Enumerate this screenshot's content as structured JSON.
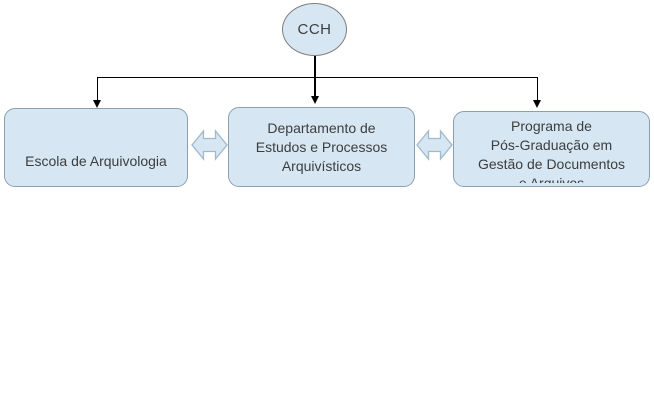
{
  "colors": {
    "canvas_bg": "#FFFFFF",
    "shape_fill": "#D6E7F3",
    "shape_border": "#8B9FAD",
    "ellipse_border": "#7E7E7E",
    "arrow_fill": "#D6E7F3",
    "arrow_border": "#A2B8CB",
    "connector_color": "#000000",
    "text_color": "#3D3D3D"
  },
  "org_chart": {
    "root": {
      "label": "CCH"
    },
    "connector_style": "elbow-with-down-arrows",
    "sibling_relation": "bidirectional-double-arrows",
    "children": [
      {
        "id": "escola",
        "lines": [
          "Escola de Arquivologia"
        ]
      },
      {
        "id": "departamento",
        "lines": [
          "Departamento de",
          "Estudos e Processos",
          "Arquivísticos"
        ]
      },
      {
        "id": "programa",
        "lines": [
          "Programa de",
          "Pós-Graduação em",
          "Gestão de Documentos",
          "e Arquivos"
        ],
        "last_line_clipped": true
      }
    ]
  }
}
